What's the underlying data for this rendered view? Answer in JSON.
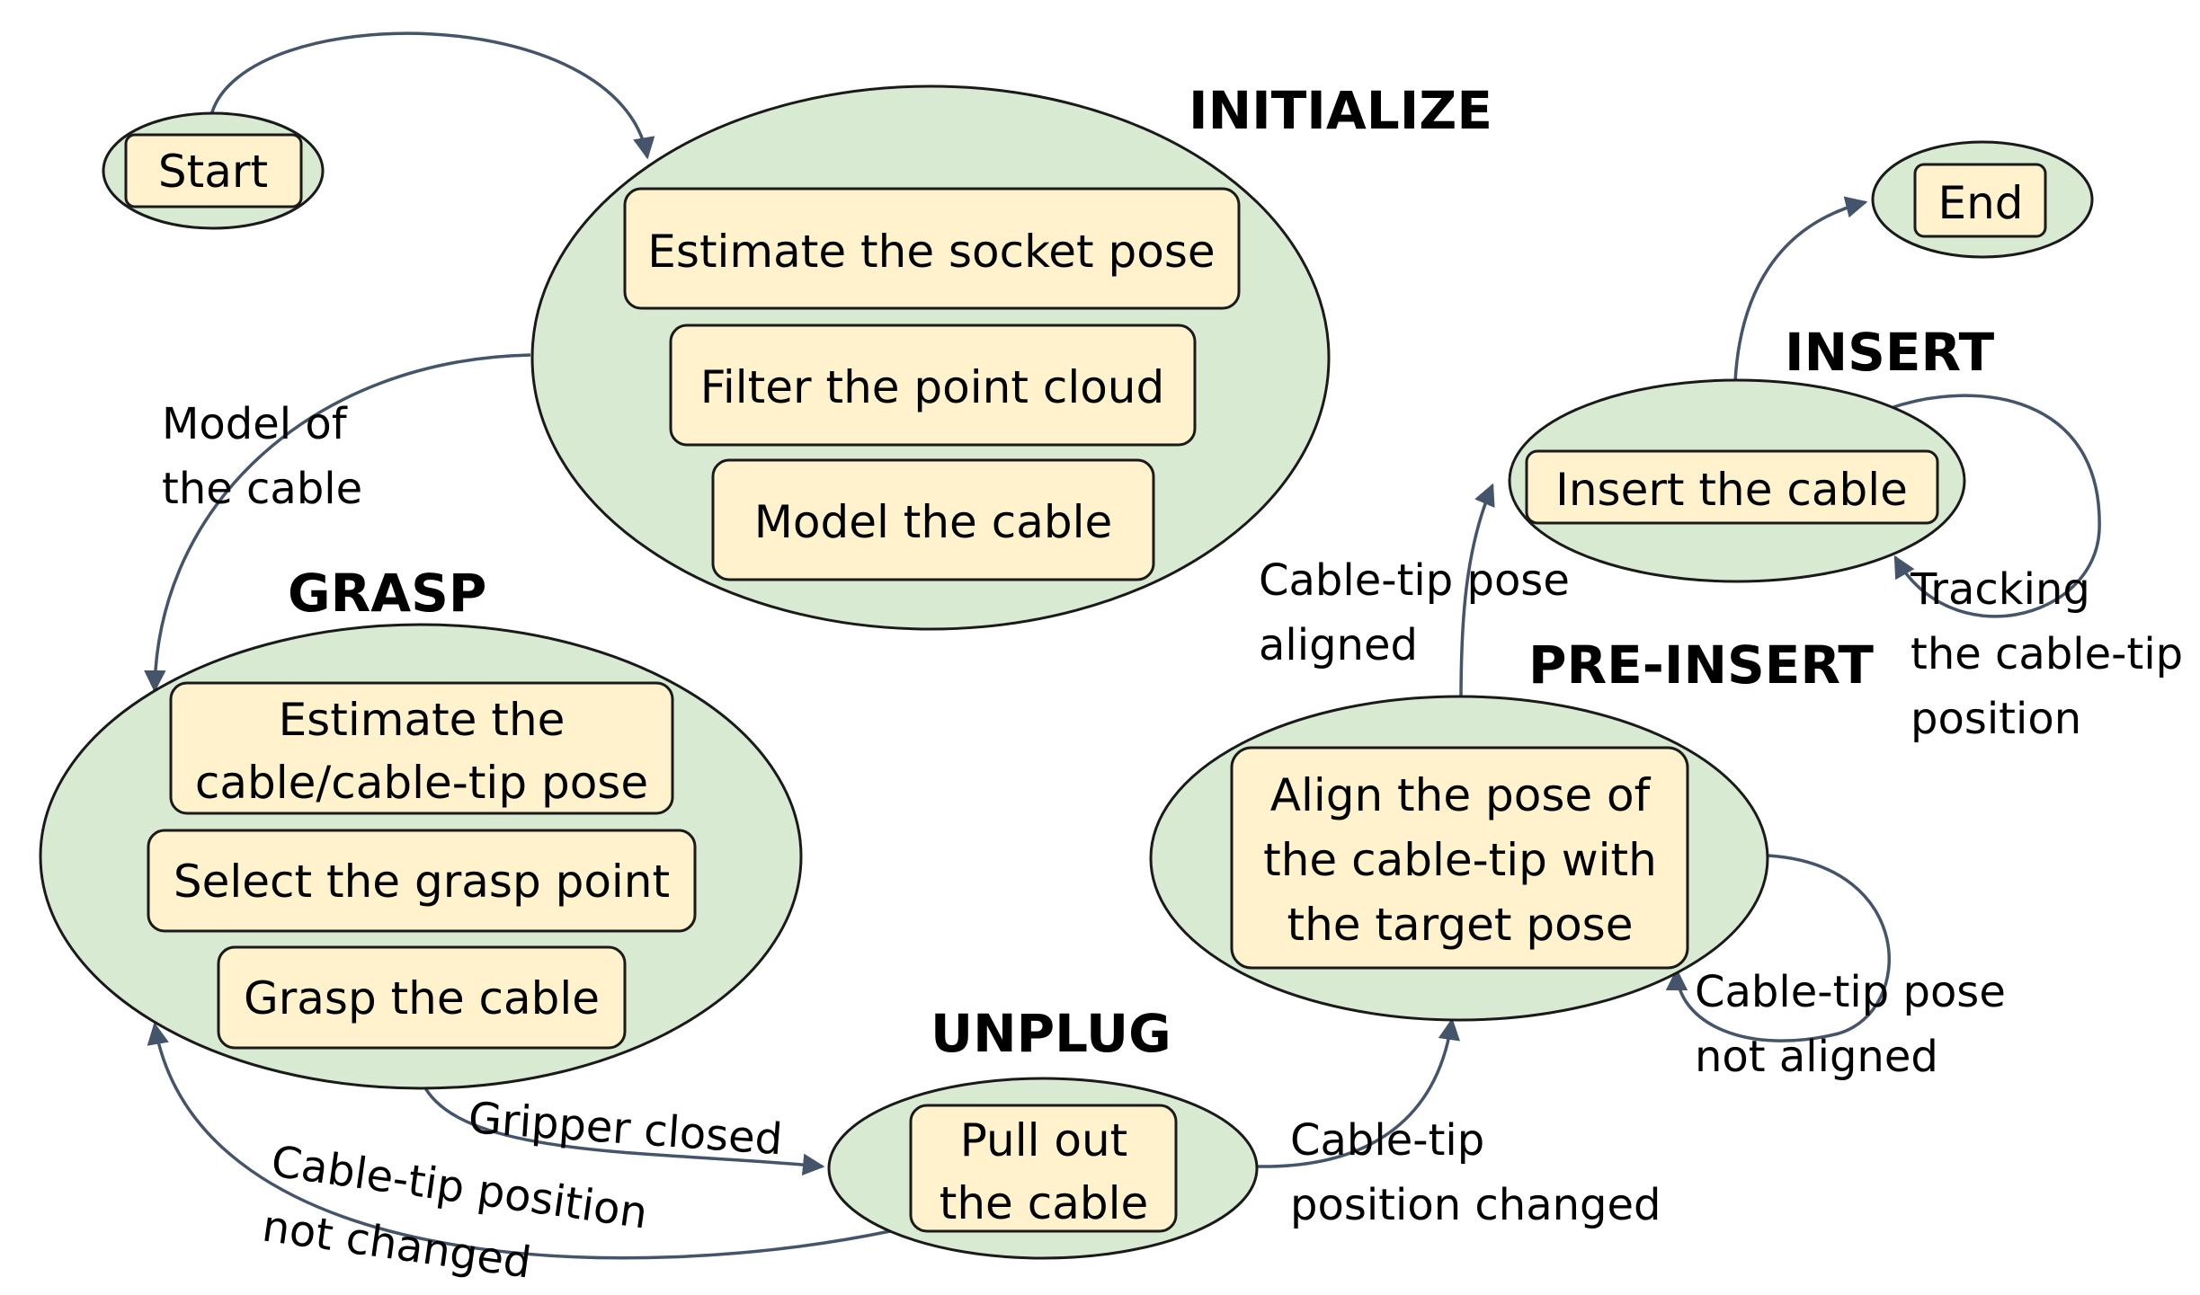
{
  "start": {
    "label": "Start"
  },
  "end": {
    "label": "End"
  },
  "states": {
    "initialize": {
      "title": "INITIALIZE",
      "steps": [
        "Estimate the socket pose",
        "Filter the point cloud",
        "Model the cable"
      ]
    },
    "grasp": {
      "title": "GRASP",
      "step1_line1": "Estimate the",
      "step1_line2": "cable/cable-tip pose",
      "step2": "Select the grasp point",
      "step3": "Grasp the cable"
    },
    "unplug": {
      "title": "UNPLUG",
      "step_line1": "Pull out",
      "step_line2": "the cable"
    },
    "preinsert": {
      "title": "PRE-INSERT",
      "step_line1": "Align the pose of",
      "step_line2": "the cable-tip with",
      "step_line3": "the target pose"
    },
    "insert": {
      "title": "INSERT",
      "step": "Insert the cable"
    }
  },
  "transitions": {
    "init_to_grasp": {
      "line1": "Model of",
      "line2": "the cable"
    },
    "grasp_to_unplug": {
      "line1": "Gripper closed"
    },
    "unplug_to_grasp": {
      "line1": "Cable-tip position",
      "line2": "not changed"
    },
    "unplug_to_preinsert": {
      "line1": "Cable-tip",
      "line2": "position changed"
    },
    "preinsert_loop": {
      "line1": "Cable-tip pose",
      "line2": "not aligned"
    },
    "preinsert_to_insert": {
      "line1": "Cable-tip pose",
      "line2": "aligned"
    },
    "insert_loop": {
      "line1": "Tracking",
      "line2": "the cable-tip",
      "line3": "position"
    }
  }
}
